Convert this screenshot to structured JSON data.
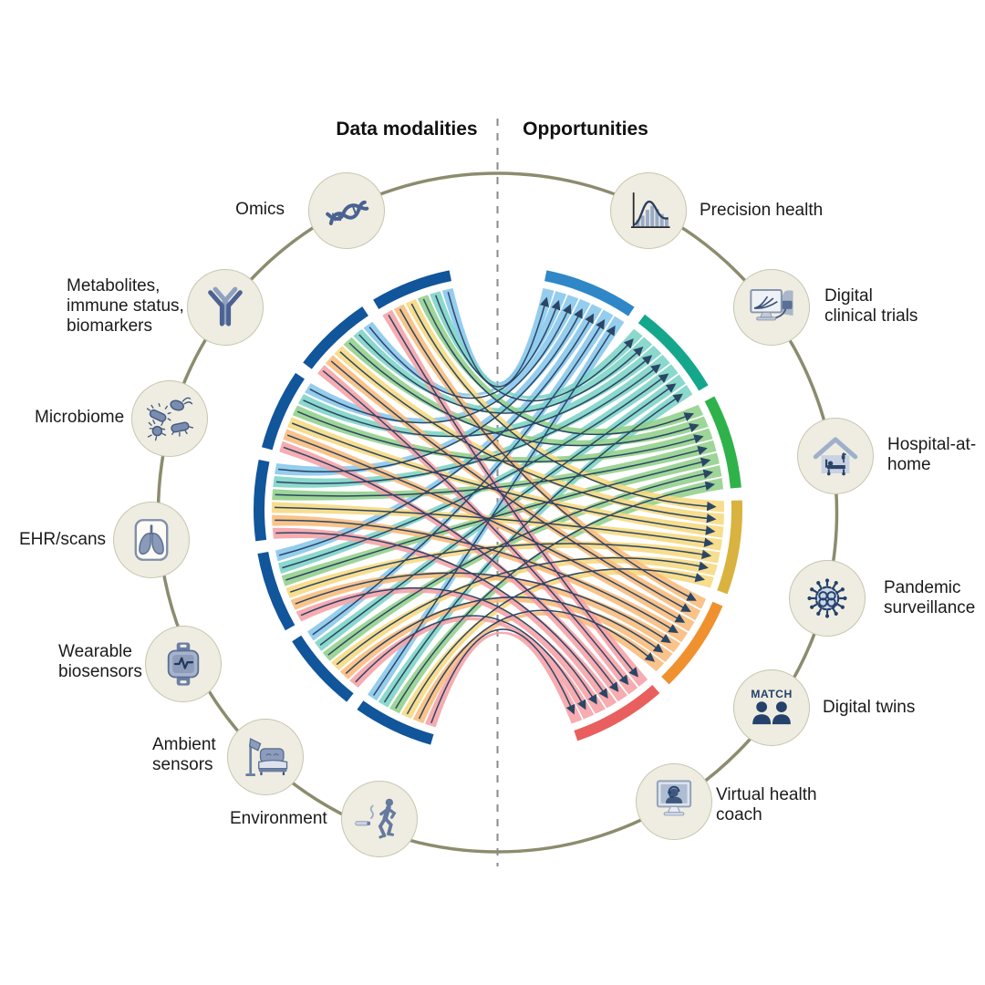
{
  "header": {
    "left_title": "Data modalities",
    "right_title": "Opportunities"
  },
  "modalities": [
    {
      "id": "omics",
      "label": "Omics",
      "icon": "dna-icon"
    },
    {
      "id": "metabolites",
      "label": "Metabolites,\nimmune status,\nbiomarkers",
      "icon": "antibody-icon"
    },
    {
      "id": "microbiome",
      "label": "Microbiome",
      "icon": "bacteria-icon"
    },
    {
      "id": "ehr-scans",
      "label": "EHR/scans",
      "icon": "lungs-scan-icon"
    },
    {
      "id": "wearable",
      "label": "Wearable\nbiosensors",
      "icon": "smartwatch-icon"
    },
    {
      "id": "ambient",
      "label": "Ambient\nsensors",
      "icon": "bed-lamp-icon"
    },
    {
      "id": "environment",
      "label": "Environment",
      "icon": "runner-smoke-icon"
    }
  ],
  "opportunities": [
    {
      "id": "precision-health",
      "label": "Precision health",
      "icon": "histogram-curve-icon"
    },
    {
      "id": "digital-clinical-trials",
      "label": "Digital\nclinical trials",
      "icon": "monitor-curves-icon"
    },
    {
      "id": "hospital-at-home",
      "label": "Hospital-at-\nhome",
      "icon": "house-bed-icon"
    },
    {
      "id": "pandemic-surveillance",
      "label": "Pandemic\nsurveillance",
      "icon": "virus-icon"
    },
    {
      "id": "digital-twins",
      "label": "Digital twins",
      "icon": "match-people-icon",
      "icon_text": "MATCH"
    },
    {
      "id": "virtual-health-coach",
      "label": "Virtual health\ncoach",
      "icon": "coach-monitor-icon"
    }
  ],
  "chart_data": {
    "type": "chord-bipartite",
    "title": "Data modalities flowing into opportunities",
    "left_nodes": [
      "Omics",
      "Metabolites, immune status, biomarkers",
      "Microbiome",
      "EHR/scans",
      "Wearable biosensors",
      "Ambient sensors",
      "Environment"
    ],
    "right_nodes": [
      "Precision health",
      "Digital clinical trials",
      "Hospital-at-home",
      "Pandemic surveillance",
      "Digital twins",
      "Virtual health coach"
    ],
    "flows": [
      [
        1,
        1,
        1,
        1,
        1,
        1
      ],
      [
        1,
        1,
        1,
        1,
        1,
        1
      ],
      [
        1,
        1,
        1,
        1,
        1,
        1
      ],
      [
        1,
        1,
        1,
        1,
        1,
        1
      ],
      [
        1,
        1,
        1,
        1,
        1,
        1
      ],
      [
        1,
        1,
        1,
        1,
        1,
        1
      ],
      [
        1,
        1,
        1,
        1,
        1,
        1
      ]
    ],
    "arrow_direction": "left-to-right",
    "left_arc_color": "#11559b",
    "right_arc_colors": [
      "#2f87c8",
      "#14a78c",
      "#2fb24a",
      "#d9b23f",
      "#f0912f",
      "#e85f5e"
    ],
    "ribbon_colors": [
      "#84c5ec",
      "#7ad2c4",
      "#90cf89",
      "#f6d87d",
      "#f8ba79",
      "#f5a0a4"
    ],
    "arrow_color": "#2b4665",
    "ring_color": "#8c8c6e",
    "divider_color": "#8a8a8a",
    "node_fill": "#efede1",
    "node_border": "#c6c6af"
  }
}
